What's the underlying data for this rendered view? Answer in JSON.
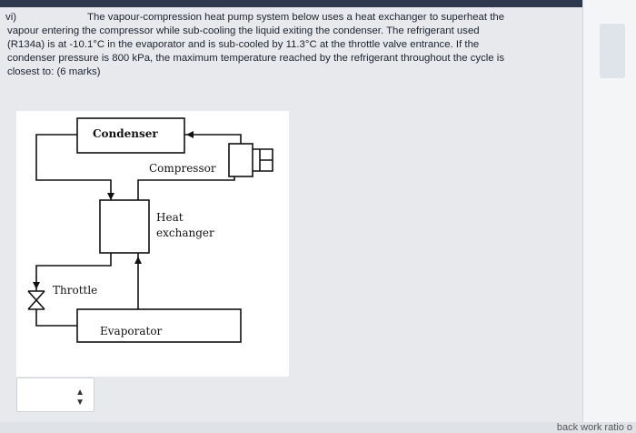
{
  "question": {
    "number": "vi)",
    "lines": [
      "The vapour-compression heat pump system below uses a heat exchanger to superheat the",
      "vapour entering the compressor while sub-cooling the liquid exiting the condenser. The refrigerant used",
      "(R134a) is at -10.1°C in the evaporator and is sub-cooled by 11.3°C at the throttle valve entrance. If the",
      "condenser pressure is 800 kPa, the maximum temperature reached by the refrigerant throughout the cycle is",
      "closest to: (6 marks)"
    ]
  },
  "diagram": {
    "condenser": "Condenser",
    "compressor": "Compressor",
    "heat_exchanger_line1": "Heat",
    "heat_exchanger_line2": "exchanger",
    "throttle": "Throttle",
    "evaporator": "Evaporator"
  },
  "answer_select": {
    "value": ""
  },
  "footer": {
    "partial_text": "back work ratio o"
  },
  "icons": {
    "select_arrow": "chevron-updown-icon"
  }
}
